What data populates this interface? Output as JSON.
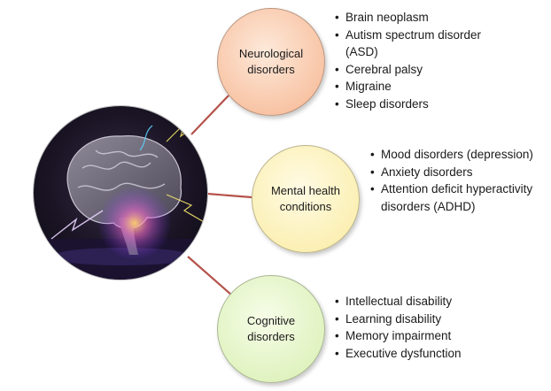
{
  "diagram": {
    "image": {
      "description_icon": "brain-image"
    },
    "colors": {
      "connector": "#b5524a",
      "neuro_fill": "#f8c2a2",
      "mental_fill": "#fbefb2",
      "cognitive_fill": "#dff2be"
    },
    "categories": [
      {
        "label": "Neurological disorders",
        "items": [
          "Brain neoplasm",
          "Autism spectrum disorder (ASD)",
          "Cerebral palsy",
          "Migraine",
          "Sleep disorders"
        ]
      },
      {
        "label": "Mental health conditions",
        "items": [
          "Mood disorders (depression)",
          "Anxiety disorders",
          "Attention deficit hyperactivity disorders (ADHD)"
        ]
      },
      {
        "label": "Cognitive disorders",
        "items": [
          "Intellectual disability",
          "Learning disability",
          "Memory impairment",
          "Executive dysfunction"
        ]
      }
    ]
  }
}
